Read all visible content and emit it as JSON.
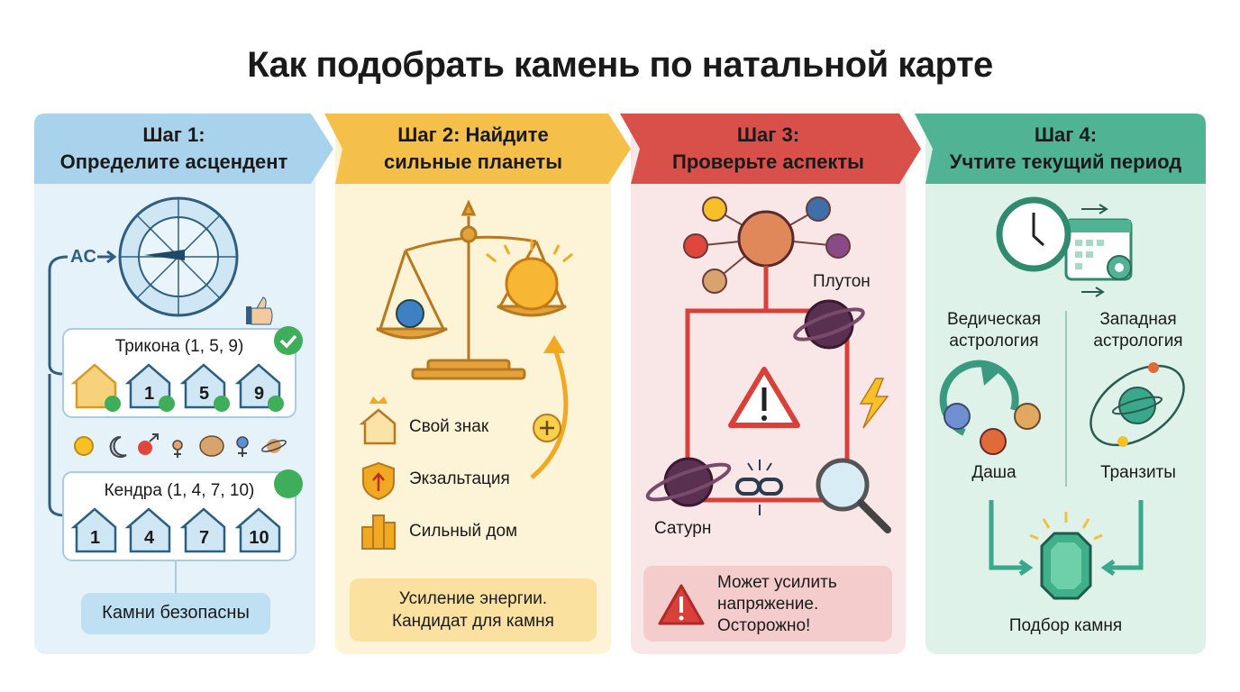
{
  "title": "Как подобрать камень по натальной карте",
  "colors": {
    "step1": "#a9d3ec",
    "step2": "#f5c04a",
    "step3": "#d9504a",
    "step4": "#4fb394"
  },
  "step1": {
    "heading1": "Шаг 1:",
    "heading2": "Определите асцендент",
    "ac_label": "AC",
    "trikona": "Трикона (1, 5, 9)",
    "trikona_houses": [
      "",
      "1",
      "5",
      "9"
    ],
    "kendra": "Кендра (1, 4, 7, 10)",
    "kendra_houses": [
      "1",
      "4",
      "7",
      "10"
    ],
    "result": "Камни безопасны"
  },
  "step2": {
    "heading1": "Шаг 2: Найдите",
    "heading2": "сильные планеты",
    "items": [
      "Свой знак",
      "Экзальтация",
      "Сильный дом"
    ],
    "result1": "Усиление энергии.",
    "result2": "Кандидат для камня"
  },
  "step3": {
    "heading1": "Шаг 3:",
    "heading2": "Проверьте аспекты",
    "pluto": "Плутон",
    "saturn": "Сатурн",
    "warning1": "Может усилить",
    "warning2": "напряжение.",
    "warning3": "Осторожно!"
  },
  "step4": {
    "heading1": "Шаг 4:",
    "heading2": "Учтите текущий период",
    "vedic1": "Ведическая",
    "vedic2": "астрология",
    "western1": "Западная",
    "western2": "астрология",
    "dasha": "Даша",
    "transits": "Транзиты",
    "result": "Подбор камня"
  }
}
